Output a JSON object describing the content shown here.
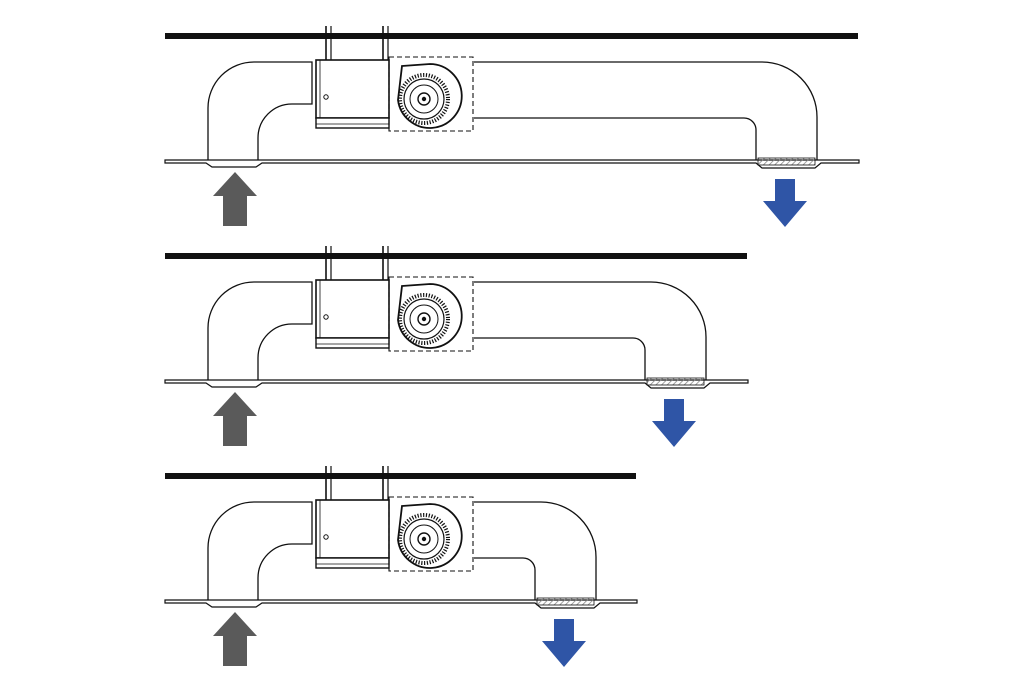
{
  "colors": {
    "background": "#ffffff",
    "line": "#111111",
    "ceiling": "#111111",
    "intake_arrow": "#5a5a5a",
    "supply_arrow": "#2f55a6",
    "grille_hatch": "#888888"
  },
  "icons": {
    "intake": "arrow-up-icon",
    "supply": "arrow-down-icon",
    "fan": "blower-fan-icon",
    "unit": "fan-coil-unit-icon"
  },
  "layouts": [
    {
      "name": "long-duct-run"
    },
    {
      "name": "medium-duct-run"
    },
    {
      "name": "short-duct-run"
    }
  ]
}
